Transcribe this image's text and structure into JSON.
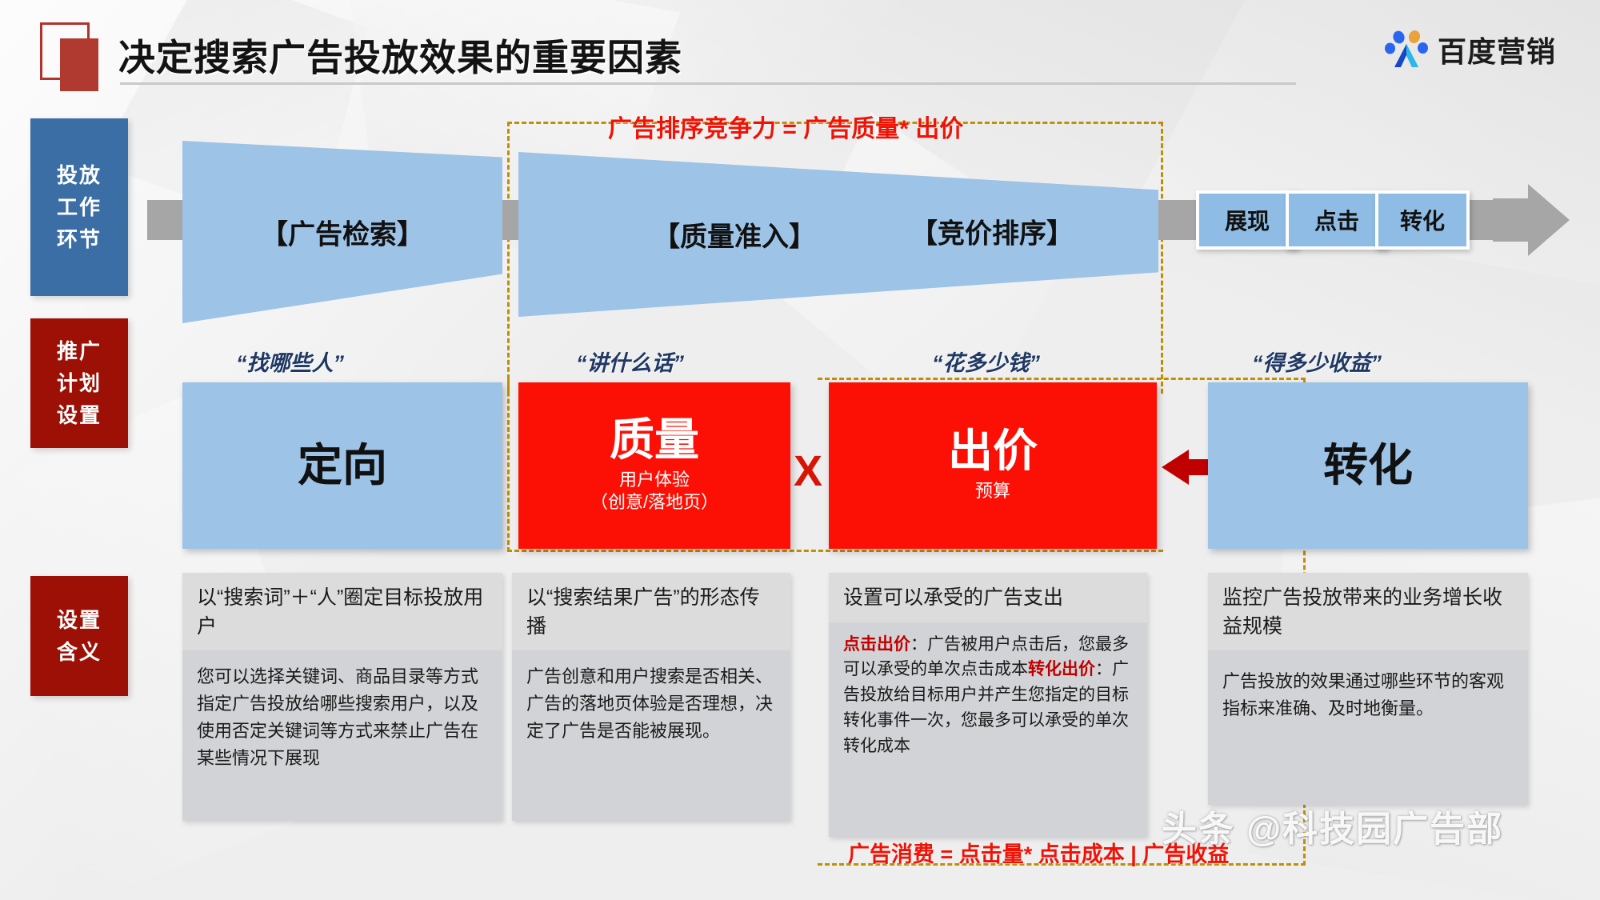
{
  "header": {
    "title": "决定搜索广告投放效果的重要因素",
    "logo_text": "百度营销",
    "logo_colors": {
      "blue": "#2a65f0",
      "deep_blue": "#1647c7",
      "orange": "#e8a33d",
      "cyan": "#2bb7e8"
    }
  },
  "rail": [
    {
      "label": "投放\n工作\n环节",
      "line1": "投放",
      "line2": "工作",
      "line3": "环节",
      "color": "#3a6ea5"
    },
    {
      "label": "推广\n计划\n设置",
      "line1": "推广",
      "line2": "计划",
      "line3": "设置",
      "color": "#9c1006"
    },
    {
      "label": "设置\n含义",
      "line1": "设置",
      "line2": "含义",
      "color": "#9c1006"
    }
  ],
  "funnel": {
    "formula_top": "广告排序竞争力 = 广告质量* 出价",
    "stage_1": "【广告检索】",
    "stage_2a": "【质量准入】",
    "stage_2b": "【竞价排序】",
    "small_boxes": [
      "展现",
      "点击",
      "转化"
    ],
    "fill_color": "#9dc3e6",
    "connector_color": "#a6a6a6"
  },
  "quotes": [
    "“找哪些人”",
    "“讲什么话”",
    "“花多少钱”",
    "“得多少收益”"
  ],
  "cards": [
    {
      "title": "定向",
      "sub1": "",
      "sub2": "",
      "bg": "#9dc3e6",
      "fg": "#111111"
    },
    {
      "title": "质量",
      "sub1": "用户体验",
      "sub2": "（创意/落地页）",
      "bg": "#fc1005",
      "fg": "#ffffff"
    },
    {
      "title": "出价",
      "sub1": "预算",
      "sub2": "",
      "bg": "#fc1005",
      "fg": "#ffffff"
    },
    {
      "title": "转化",
      "sub1": "",
      "sub2": "",
      "bg": "#9dc3e6",
      "fg": "#111111"
    }
  ],
  "multiply_symbol": "X",
  "descriptions": [
    {
      "head": "以“搜索词”＋“人”圈定目标投放用户",
      "body": "您可以选择关键词、商品目录等方式指定广告投放给哪些搜索用户，以及使用否定关键词等方式来禁止广告在某些情况下展现"
    },
    {
      "head": "以“搜索结果广告”的形态传播",
      "body": "广告创意和用户搜索是否相关、广告的落地页体验是否理想，决定了广告是否能被展现。"
    },
    {
      "head": "设置可以承受的广告支出",
      "label_1": "点击出价",
      "text_1": "：广告被用户点击后，您最多可以承受的单次点击成本",
      "label_2": "转化出价",
      "text_2": "：广告投放给目标用户并产生您指定的目标转化事件一次，您最多可以承受的单次转化成本"
    },
    {
      "head": "监控广告投放带来的业务增长收益规模",
      "body": "广告投放的效果通过哪些环节的客观指标来准确、及时地衡量。"
    }
  ],
  "formula_bottom": "广告消费 = 点击量* 点击成本 | 广告收益",
  "watermark": "头条 @科技园广告部",
  "colors": {
    "accent_red": "#fc1005",
    "dark_red": "#9c1006",
    "blue_rail": "#3a6ea5",
    "light_blue": "#9dc3e6",
    "dashed_gold": "#bf9000",
    "navy_quote": "#1f3864",
    "panel_gray": "#d2d3d6"
  }
}
